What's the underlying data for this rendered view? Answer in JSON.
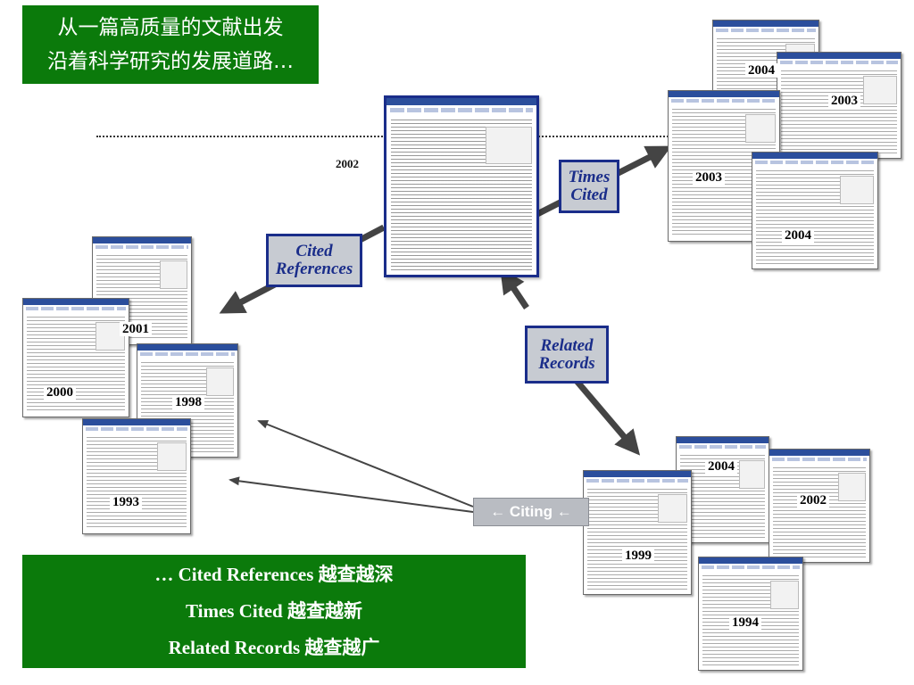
{
  "top_banner": {
    "line1": "从一篇高质量的文献出发",
    "line2": "沿着科学研究的发展道路…"
  },
  "bottom_banner": {
    "line1": "… Cited References 越查越深",
    "line2": "Times Cited 越查越新",
    "line3": "Related Records 越查越广"
  },
  "labels": {
    "times_cited": [
      "Times",
      "Cited"
    ],
    "cited_references": [
      "Cited",
      "References"
    ],
    "related_records": [
      "Related",
      "Records"
    ],
    "citing": "← Citing ←"
  },
  "years": {
    "main": "2002",
    "times_cited": [
      "2004",
      "2003",
      "2003",
      "2004"
    ],
    "cited_references": [
      "2001",
      "2000",
      "1998",
      "1993"
    ],
    "related_records": [
      "2004",
      "2002",
      "1999",
      "1994"
    ]
  },
  "colors": {
    "banner_green": "#0b7a0b",
    "label_blue": "#1a2d8a",
    "label_fill": "#c7cbd2",
    "arrow": "#444444"
  }
}
